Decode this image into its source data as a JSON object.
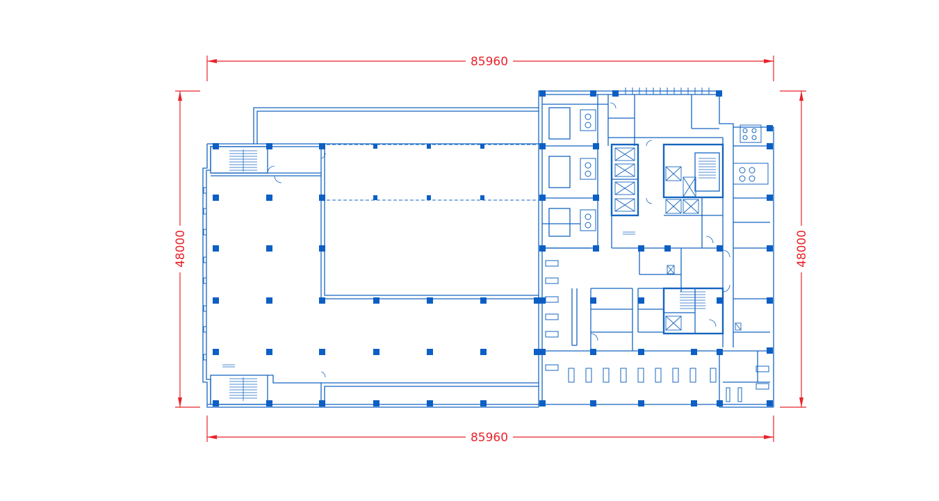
{
  "dimensions": {
    "top_width": "85960",
    "bottom_width": "85960",
    "left_height": "48000",
    "right_height": "48000"
  },
  "colors": {
    "dimension": "#e8232a",
    "plan": "#1565c0",
    "column": "#0d5fc4",
    "background": "#ffffff"
  }
}
